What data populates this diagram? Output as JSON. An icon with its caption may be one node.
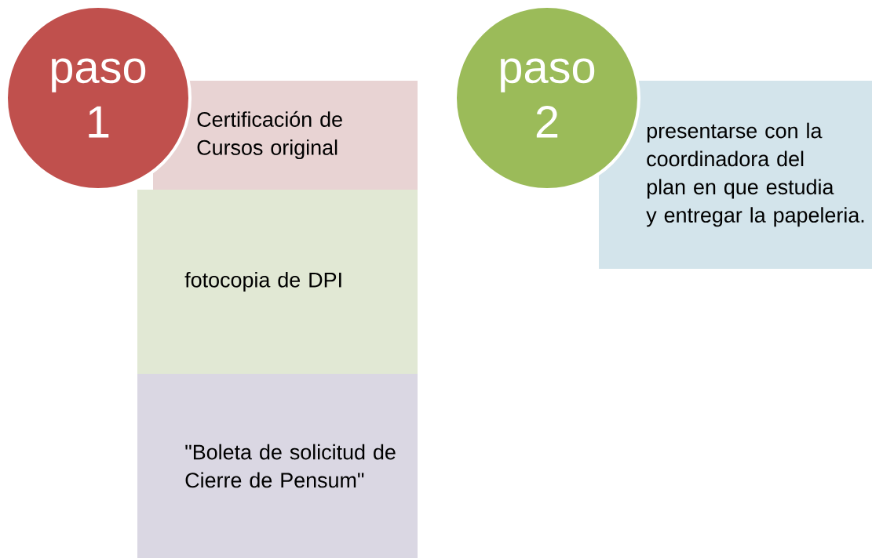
{
  "diagram": {
    "nodes": [
      {
        "text": [
          "paso 1"
        ]
      },
      {
        "text": [
          "Certificación de Cursos original"
        ]
      },
      {
        "text": [
          "fotocopia de DPI"
        ]
      },
      {
        "text": [
          "\"Boleta de solicitud de Cierre de Pensum\""
        ]
      },
      {
        "text": [
          "paso 2"
        ]
      },
      {
        "text": [
          "presentarse con la coordinadora del plan en que estudia y entregar la papeleria."
        ]
      }
    ]
  }
}
